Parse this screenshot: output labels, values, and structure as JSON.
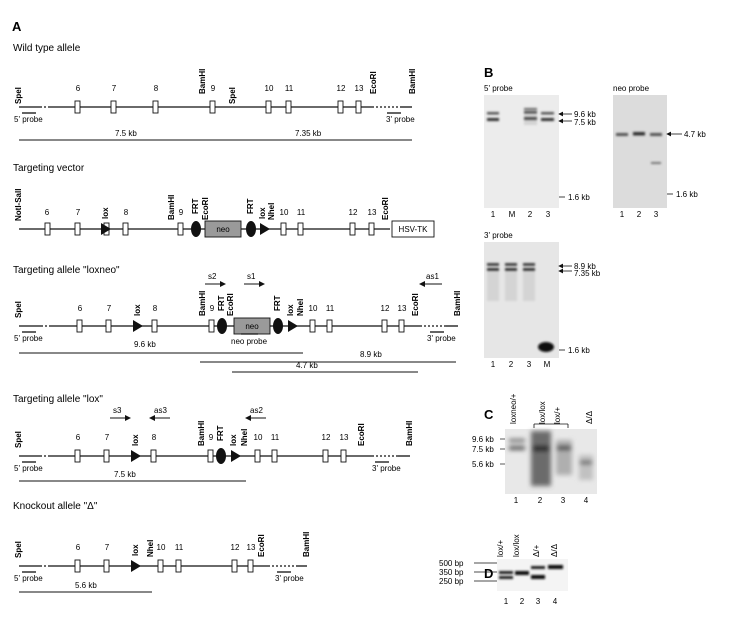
{
  "panels": {
    "A": "A",
    "B": "B",
    "C": "C",
    "D": "D"
  },
  "wt": {
    "title": "Wild type allele",
    "sites": [
      "SpeI",
      "BamHI",
      "SpeI",
      "EcoRI",
      "BamHI"
    ],
    "exons": [
      "6",
      "7",
      "8",
      "9",
      "10",
      "11",
      "12",
      "13"
    ],
    "probe5": "5' probe",
    "probe3": "3' probe",
    "frag1": "7.5 kb",
    "frag2": "7.35 kb"
  },
  "tv": {
    "title": "Targeting vector",
    "sites": [
      "NotI-SalI",
      "BamHI",
      "EcoRI",
      "NheI",
      "EcoRI"
    ],
    "exons": [
      "6",
      "7",
      "8",
      "9",
      "10",
      "11",
      "12",
      "13"
    ],
    "lox": "lox",
    "frt": "FRT",
    "neo": "neo",
    "hsv": "HSV-TK"
  },
  "ln": {
    "title": "Targeting allele \"loxneo\"",
    "sites": [
      "SpeI",
      "BamHI",
      "EcoRI",
      "NheI",
      "EcoRI",
      "BamHI"
    ],
    "exons": [
      "6",
      "7",
      "8",
      "9",
      "10",
      "11",
      "12",
      "13"
    ],
    "lox": "lox",
    "frt": "FRT",
    "neo": "neo",
    "primers": [
      "s2",
      "s1",
      "as1"
    ],
    "probe5": "5' probe",
    "probe3": "3' probe",
    "neoprobe": "neo probe",
    "frag1": "9.6 kb",
    "frag2": "8.9 kb",
    "frag3": "4.7 kb"
  },
  "lx": {
    "title": "Targeting allele \"lox\"",
    "sites": [
      "SpeI",
      "BamHI",
      "NheI",
      "EcoRI",
      "BamHI"
    ],
    "exons": [
      "6",
      "7",
      "8",
      "9",
      "10",
      "11",
      "12",
      "13"
    ],
    "lox": "lox",
    "frt": "FRT",
    "primers": [
      "s3",
      "as3",
      "as2"
    ],
    "probe5": "5' probe",
    "probe3": "3' probe",
    "frag1": "7.5 kb"
  },
  "ko": {
    "title": "Knockout allele \"Δ\"",
    "sites": [
      "SpeI",
      "NheI",
      "EcoRI",
      "BamHI"
    ],
    "exons": [
      "6",
      "7",
      "10",
      "11",
      "12",
      "13"
    ],
    "lox": "lox",
    "probe5": "5' probe",
    "probe3": "3' probe",
    "frag1": "5.6 kb"
  },
  "blotB": {
    "p5_title": "5' probe",
    "neo_title": "neo probe",
    "p3_title": "3' probe",
    "p5_sizes": [
      "9.6 kb",
      "7.5 kb",
      "1.6 kb"
    ],
    "neo_sizes": [
      "4.7 kb",
      "1.6 kb"
    ],
    "p3_sizes": [
      "8.9 kb",
      "7.35 kb",
      "1.6 kb"
    ],
    "p5_lanes": [
      "1",
      "M",
      "2",
      "3"
    ],
    "neo_lanes": [
      "1",
      "2",
      "3"
    ],
    "p3_lanes": [
      "1",
      "2",
      "3",
      "M"
    ]
  },
  "blotC": {
    "sizes": [
      "9.6 kb",
      "7.5 kb",
      "5.6 kb"
    ],
    "genotypes": [
      "loxneo/+",
      "lox/lox",
      "lox/+",
      "Δ/Δ"
    ],
    "lanes": [
      "1",
      "2",
      "3",
      "4"
    ]
  },
  "gelD": {
    "sizes": [
      "500 bp",
      "350 bp",
      "250 bp"
    ],
    "genotypes": [
      "lox/+",
      "lox/lox",
      "Δ/+",
      "Δ/Δ"
    ],
    "lanes": [
      "1",
      "2",
      "3",
      "4"
    ]
  }
}
